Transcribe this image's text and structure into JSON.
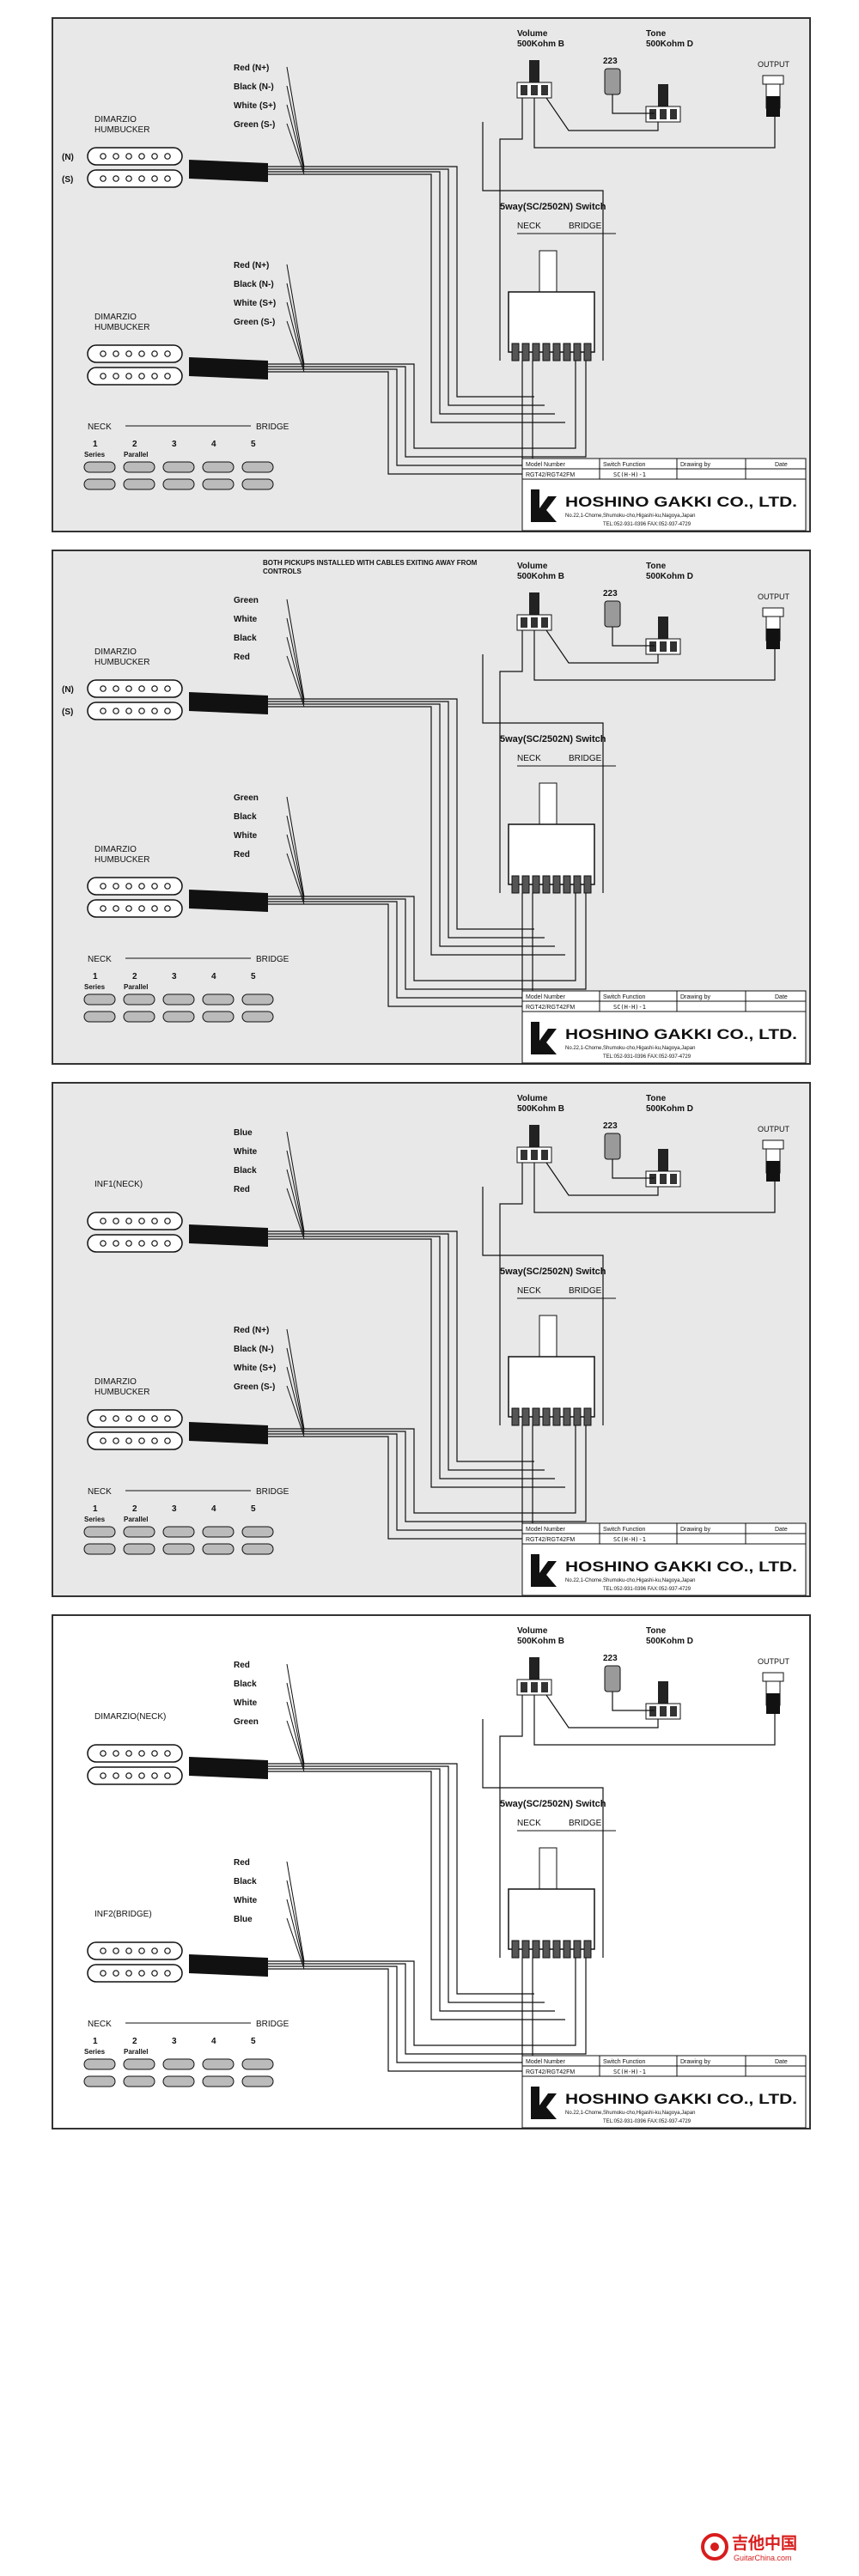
{
  "diagrams": [
    {
      "bg": "#e8e8e8",
      "caption": "",
      "pickups": [
        {
          "model_label": "DIMARZIO\nHUMBUCKER",
          "side_labels": [
            "(N)",
            "(S)"
          ],
          "wires": [
            "Red (N+)",
            "Black (N-)",
            "White (S+)",
            "Green (S-)"
          ]
        },
        {
          "model_label": "DIMARZIO\nHUMBUCKER",
          "side_labels": [],
          "wires": [
            "Red (N+)",
            "Black (N-)",
            "White (S+)",
            "Green (S-)"
          ]
        }
      ],
      "volume": "Volume\n500Kohm B",
      "tone": "Tone\n500Kohm D",
      "cap": "223",
      "output": "OUTPUT",
      "switch_title": "5way(SC/2502N) Switch",
      "switch_neck": "NECK",
      "switch_bridge": "BRIDGE",
      "selector": {
        "neck": "NECK",
        "bridge": "BRIDGE",
        "positions": [
          "1",
          "2",
          "3",
          "4",
          "5"
        ],
        "series": "Series",
        "parallel": "Parallel"
      },
      "title_block": {
        "col1": "Model Number",
        "col2": "Switch Function",
        "col3": "Drawing by",
        "col4": "Date",
        "model": "RGT42/RGT42FM",
        "function": "SC(H-H)-1",
        "company": "HOSHINO GAKKI CO., LTD.",
        "address": "No.22,1-Chome,Shumoku-cho,Higashi-ku,Nagoya,Japan",
        "tel": "TEL:052-931-0396  FAX:052-937-4729"
      }
    },
    {
      "bg": "#e8e8e8",
      "caption": "BOTH PICKUPS INSTALLED WITH CABLES EXITING AWAY FROM\nCONTROLS",
      "pickups": [
        {
          "model_label": "DIMARZIO\nHUMBUCKER",
          "side_labels": [
            "(N)",
            "(S)"
          ],
          "wires": [
            "Green",
            "White",
            "Black",
            "Red"
          ]
        },
        {
          "model_label": "DIMARZIO\nHUMBUCKER",
          "side_labels": [],
          "wires": [
            "Green",
            "Black",
            "White",
            "Red"
          ]
        }
      ],
      "volume": "Volume\n500Kohm B",
      "tone": "Tone\n500Kohm D",
      "cap": "223",
      "output": "OUTPUT",
      "switch_title": "5way(SC/2502N) Switch",
      "switch_neck": "NECK",
      "switch_bridge": "BRIDGE",
      "selector": {
        "neck": "NECK",
        "bridge": "BRIDGE",
        "positions": [
          "1",
          "2",
          "3",
          "4",
          "5"
        ],
        "series": "Series",
        "parallel": "Parallel"
      },
      "title_block": {
        "col1": "Model Number",
        "col2": "Switch Function",
        "col3": "Drawing by",
        "col4": "Date",
        "model": "RGT42/RGT42FM",
        "function": "SC(H-H)-1",
        "company": "HOSHINO GAKKI CO., LTD.",
        "address": "No.22,1-Chome,Shumoku-cho,Higashi-ku,Nagoya,Japan",
        "tel": "TEL:052-931-0396  FAX:052-937-4729"
      }
    },
    {
      "bg": "#e8e8e8",
      "caption": "",
      "pickups": [
        {
          "model_label": "INF1(NECK)",
          "side_labels": [],
          "wires": [
            "Blue",
            "White",
            "Black",
            "Red"
          ]
        },
        {
          "model_label": "DIMARZIO\nHUMBUCKER",
          "side_labels": [],
          "wires": [
            "Red (N+)",
            "Black (N-)",
            "White (S+)",
            "Green (S-)"
          ]
        }
      ],
      "volume": "Volume\n500Kohm B",
      "tone": "Tone\n500Kohm D",
      "cap": "223",
      "output": "OUTPUT",
      "switch_title": "5way(SC/2502N) Switch",
      "switch_neck": "NECK",
      "switch_bridge": "BRIDGE",
      "selector": {
        "neck": "NECK",
        "bridge": "BRIDGE",
        "positions": [
          "1",
          "2",
          "3",
          "4",
          "5"
        ],
        "series": "Series",
        "parallel": "Parallel"
      },
      "title_block": {
        "col1": "Model Number",
        "col2": "Switch Function",
        "col3": "Drawing by",
        "col4": "Date",
        "model": "RGT42/RGT42FM",
        "function": "SC(H-H)-1",
        "company": "HOSHINO GAKKI CO., LTD.",
        "address": "No.22,1-Chome,Shumoku-cho,Higashi-ku,Nagoya,Japan",
        "tel": "TEL:052-931-0396  FAX:052-937-4729"
      }
    },
    {
      "bg": "#ffffff",
      "caption": "",
      "pickups": [
        {
          "model_label": "DIMARZIO(NECK)",
          "side_labels": [],
          "wires": [
            "Red",
            "Black",
            "White",
            "Green"
          ]
        },
        {
          "model_label": "INF2(BRIDGE)",
          "side_labels": [],
          "wires": [
            "Red",
            "Black",
            "White",
            "Blue"
          ]
        }
      ],
      "volume": "Volume\n500Kohm B",
      "tone": "Tone\n500Kohm D",
      "cap": "223",
      "output": "OUTPUT",
      "switch_title": "5way(SC/2502N) Switch",
      "switch_neck": "NECK",
      "switch_bridge": "BRIDGE",
      "selector": {
        "neck": "NECK",
        "bridge": "BRIDGE",
        "positions": [
          "1",
          "2",
          "3",
          "4",
          "5"
        ],
        "series": "Series",
        "parallel": "Parallel"
      },
      "title_block": {
        "col1": "Model Number",
        "col2": "Switch Function",
        "col3": "Drawing by",
        "col4": "Date",
        "model": "RGT42/RGT42FM",
        "function": "SC(H-H)-1",
        "company": "HOSHINO GAKKI CO., LTD.",
        "address": "No.22,1-Chome,Shumoku-cho,Higashi-ku,Nagoya,Japan",
        "tel": "TEL:052-931-0396  FAX:052-937-4729"
      }
    }
  ],
  "watermark": {
    "text": "吉他中国",
    "url": "GuitarChina.com",
    "color": "#d81c1c"
  }
}
